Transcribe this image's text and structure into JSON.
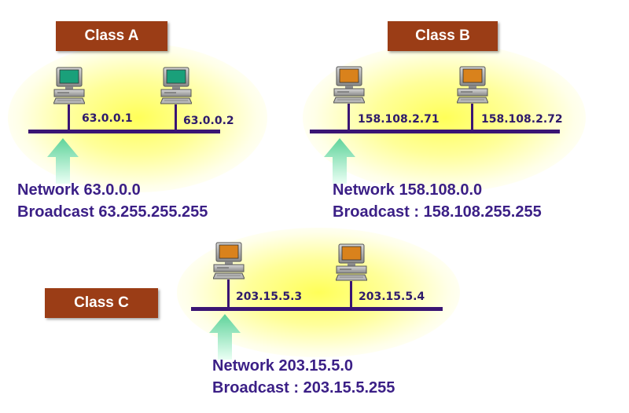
{
  "class_a": {
    "label": "Class A",
    "host1_ip": "63.0.0.1",
    "host2_ip": "63.0.0.2",
    "network": "Network 63.0.0.0",
    "broadcast": "Broadcast 63.255.255.255",
    "screen_color": "#1aa07a"
  },
  "class_b": {
    "label": "Class B",
    "host1_ip": "158.108.2.71",
    "host2_ip": "158.108.2.72",
    "network": "Network 158.108.0.0",
    "broadcast": "Broadcast : 158.108.255.255",
    "screen_color": "#d9821c"
  },
  "class_c": {
    "label": "Class C",
    "host1_ip": "203.15.5.3",
    "host2_ip": "203.15.5.4",
    "network": "Network 203.15.5.0",
    "broadcast": "Broadcast : 203.15.5.255",
    "screen_color": "#d9821c"
  },
  "colors": {
    "label_bg": "#9b3d16",
    "bus": "#3a1574",
    "text": "#3b1f86",
    "arrow": "#7fe0b0",
    "glow": "#ffff50"
  }
}
